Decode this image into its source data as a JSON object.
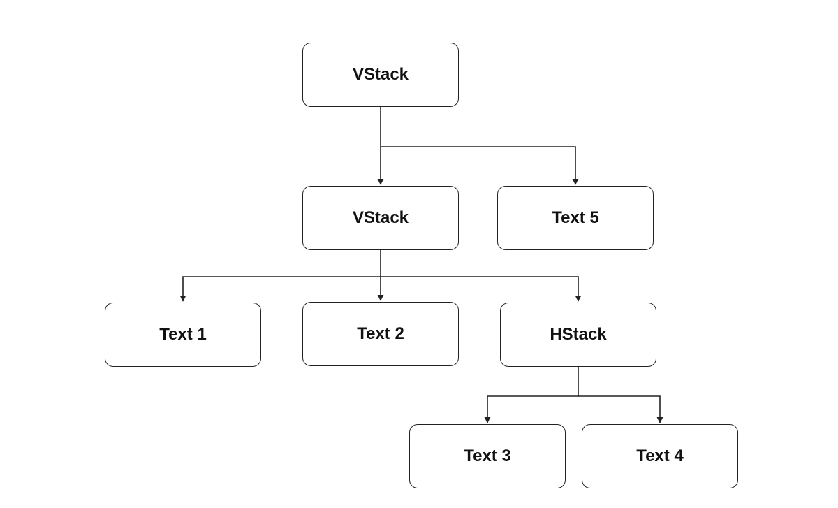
{
  "nodes": {
    "root_vstack": "VStack",
    "child_vstack": "VStack",
    "text5": "Text 5",
    "text1": "Text 1",
    "text2": "Text 2",
    "hstack": "HStack",
    "text3": "Text 3",
    "text4": "Text 4"
  },
  "edges": [
    {
      "from": "root_vstack",
      "to": "child_vstack"
    },
    {
      "from": "root_vstack",
      "to": "text5"
    },
    {
      "from": "child_vstack",
      "to": "text1"
    },
    {
      "from": "child_vstack",
      "to": "text2"
    },
    {
      "from": "child_vstack",
      "to": "hstack"
    },
    {
      "from": "hstack",
      "to": "text3"
    },
    {
      "from": "hstack",
      "to": "text4"
    }
  ],
  "colors": {
    "stroke": "#222222",
    "background": "#ffffff"
  }
}
